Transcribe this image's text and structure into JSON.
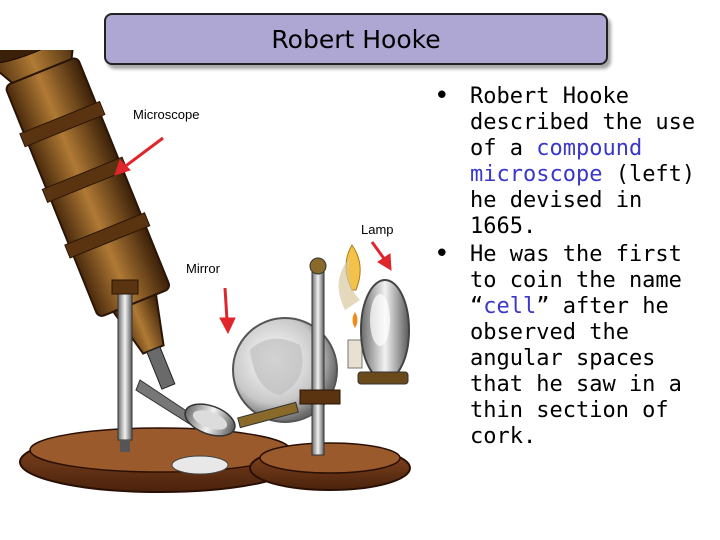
{
  "title": "Robert Hooke",
  "labels": {
    "microscope": "Microscope",
    "lamp": "Lamp",
    "mirror": "Mirror"
  },
  "bullets": [
    {
      "pre": "Robert Hooke described the use of a ",
      "highlight": "compound microscope",
      "post": " (left) he devised in 1665."
    },
    {
      "pre": "He was the first to coin the name “",
      "highlight": "cell",
      "post": "” after he observed the angular spaces that he saw in a thin section of cork."
    }
  ],
  "colors": {
    "title_bg": "#aea6d3",
    "highlight": "#3b37c9",
    "arrow": "#e0262b",
    "brass": "#8a5a1c"
  },
  "icons": {
    "bullet": "bullet-dot-icon",
    "arrow": "red-arrow-icon"
  }
}
